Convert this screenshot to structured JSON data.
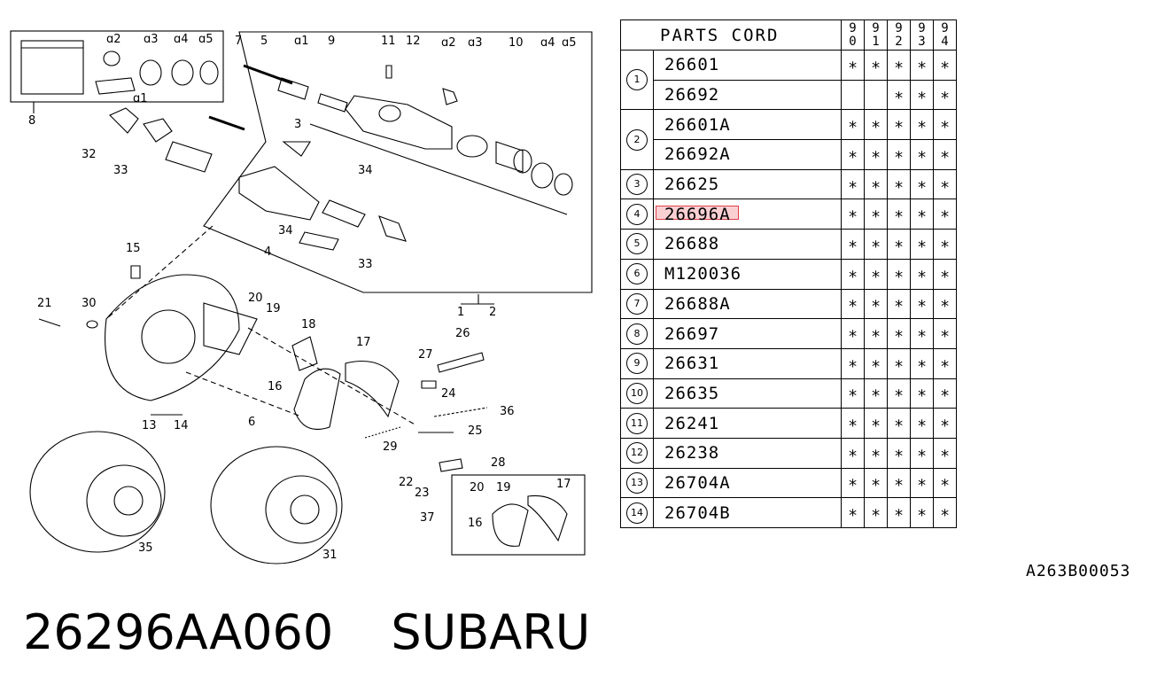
{
  "diagram": {
    "callouts": {
      "c7": "7",
      "c5": "5",
      "c_a1_top": "ɑ1",
      "c9": "9",
      "c11": "11",
      "c12": "12",
      "c_a2_r": "ɑ2",
      "c_a3_r": "ɑ3",
      "c10": "10",
      "c_a4_r": "ɑ4",
      "c_a5_r": "ɑ5",
      "c_a2_inset": "ɑ2",
      "c_a3_inset": "ɑ3",
      "c_a4_inset": "ɑ4",
      "c_a5_inset": "ɑ5",
      "c_a1_inset": "ɑ1",
      "c8": "8",
      "c3": "3",
      "c34a": "34",
      "c32": "32",
      "c33a": "33",
      "c34b": "34",
      "c4": "4",
      "c33b": "33",
      "c1": "1",
      "c2": "2",
      "c15": "15",
      "c21": "21",
      "c30": "30",
      "c20a": "20",
      "c19a": "19",
      "c18": "18",
      "c17a": "17",
      "c26": "26",
      "c27": "27",
      "c16a": "16",
      "c24": "24",
      "c36": "36",
      "c25": "25",
      "c29": "29",
      "c13": "13",
      "c14": "14",
      "c6": "6",
      "c28": "28",
      "c22": "22",
      "c23": "23",
      "c20b": "20",
      "c19b": "19",
      "c17b": "17",
      "c37": "37",
      "c16b": "16",
      "c35": "35",
      "c31": "31"
    }
  },
  "parts_table": {
    "header_title": "PARTS CORD",
    "years": [
      [
        "9",
        "0"
      ],
      [
        "9",
        "1"
      ],
      [
        "9",
        "2"
      ],
      [
        "9",
        "3"
      ],
      [
        "9",
        "4"
      ]
    ],
    "mark_symbol": "∗",
    "groups": [
      {
        "index": "1",
        "rows": [
          {
            "code": "26601",
            "marks": [
              1,
              1,
              1,
              1,
              1
            ]
          },
          {
            "code": "26692",
            "marks": [
              0,
              0,
              1,
              1,
              1
            ]
          }
        ]
      },
      {
        "index": "2",
        "rows": [
          {
            "code": "26601A",
            "marks": [
              1,
              1,
              1,
              1,
              1
            ]
          },
          {
            "code": "26692A",
            "marks": [
              1,
              1,
              1,
              1,
              1
            ]
          }
        ]
      },
      {
        "index": "3",
        "rows": [
          {
            "code": "26625",
            "marks": [
              1,
              1,
              1,
              1,
              1
            ]
          }
        ]
      },
      {
        "index": "4",
        "rows": [
          {
            "code": "26696A",
            "marks": [
              1,
              1,
              1,
              1,
              1
            ],
            "highlighted": true
          }
        ]
      },
      {
        "index": "5",
        "rows": [
          {
            "code": "26688",
            "marks": [
              1,
              1,
              1,
              1,
              1
            ]
          }
        ]
      },
      {
        "index": "6",
        "rows": [
          {
            "code": "M120036",
            "marks": [
              1,
              1,
              1,
              1,
              1
            ]
          }
        ]
      },
      {
        "index": "7",
        "rows": [
          {
            "code": "26688A",
            "marks": [
              1,
              1,
              1,
              1,
              1
            ]
          }
        ]
      },
      {
        "index": "8",
        "rows": [
          {
            "code": "26697",
            "marks": [
              1,
              1,
              1,
              1,
              1
            ]
          }
        ]
      },
      {
        "index": "9",
        "rows": [
          {
            "code": "26631",
            "marks": [
              1,
              1,
              1,
              1,
              1
            ]
          }
        ]
      },
      {
        "index": "10",
        "rows": [
          {
            "code": "26635",
            "marks": [
              1,
              1,
              1,
              1,
              1
            ]
          }
        ]
      },
      {
        "index": "11",
        "rows": [
          {
            "code": "26241",
            "marks": [
              1,
              1,
              1,
              1,
              1
            ]
          }
        ]
      },
      {
        "index": "12",
        "rows": [
          {
            "code": "26238",
            "marks": [
              1,
              1,
              1,
              1,
              1
            ]
          }
        ]
      },
      {
        "index": "13",
        "rows": [
          {
            "code": "26704A",
            "marks": [
              1,
              1,
              1,
              1,
              1
            ]
          }
        ]
      },
      {
        "index": "14",
        "rows": [
          {
            "code": "26704B",
            "marks": [
              1,
              1,
              1,
              1,
              1
            ]
          }
        ]
      }
    ]
  },
  "diagram_code": "A263B00053",
  "footer": {
    "part_number": "26296AA060",
    "brand": "SUBARU"
  },
  "colors": {
    "highlight_fill": "#f2a0a8",
    "highlight_border": "#e0404a"
  }
}
